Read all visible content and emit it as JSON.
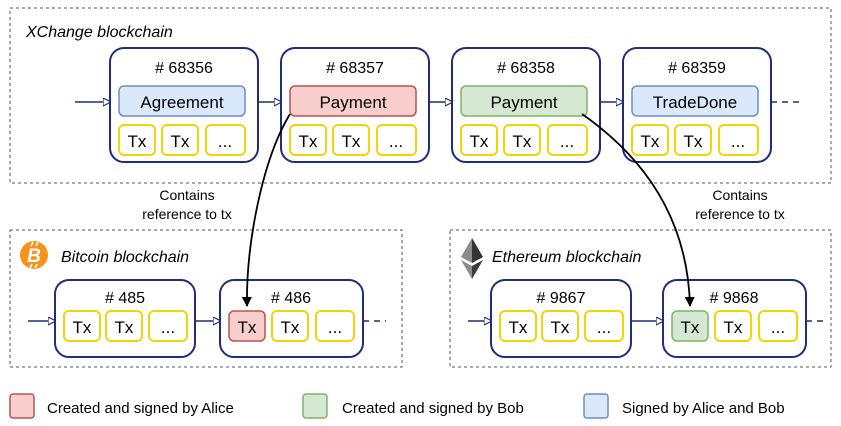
{
  "regions": {
    "xchange": "XChange blockchain",
    "bitcoin": "Bitcoin blockchain",
    "ethereum": "Ethereum blockchain"
  },
  "xchange_blocks": [
    {
      "id": "# 68356",
      "label": "Agreement",
      "kind": "both"
    },
    {
      "id": "# 68357",
      "label": "Payment",
      "kind": "alice"
    },
    {
      "id": "# 68358",
      "label": "Payment",
      "kind": "bob"
    },
    {
      "id": "# 68359",
      "label": "TradeDone",
      "kind": "both"
    }
  ],
  "bitcoin_blocks": [
    {
      "id": "# 485",
      "txs": [
        "Tx",
        "Tx",
        "..."
      ]
    },
    {
      "id": "# 486",
      "txs": [
        "Tx",
        "Tx",
        "..."
      ],
      "highlight": "alice"
    }
  ],
  "ethereum_blocks": [
    {
      "id": "# 9867",
      "txs": [
        "Tx",
        "Tx",
        "..."
      ]
    },
    {
      "id": "# 9868",
      "txs": [
        "Tx",
        "Tx",
        "..."
      ],
      "highlight": "bob"
    }
  ],
  "tx_labels": [
    "Tx",
    "Tx",
    "..."
  ],
  "annotations": {
    "left_line1": "Contains",
    "left_line2": "reference to tx",
    "right_line1": "Contains",
    "right_line2": "reference to tx"
  },
  "legend": {
    "alice": "Created and signed by Alice",
    "bob": "Created and signed by Bob",
    "both": "Signed by Alice and Bob"
  },
  "colors": {
    "alice_fill": "#f8cecc",
    "alice_stroke": "#b85450",
    "bob_fill": "#d5e8d4",
    "bob_stroke": "#82b366",
    "both_fill": "#dae8fc",
    "both_stroke": "#6c8ebf"
  },
  "icons": {
    "bitcoin": "bitcoin-logo-icon",
    "ethereum": "ethereum-logo-icon"
  }
}
